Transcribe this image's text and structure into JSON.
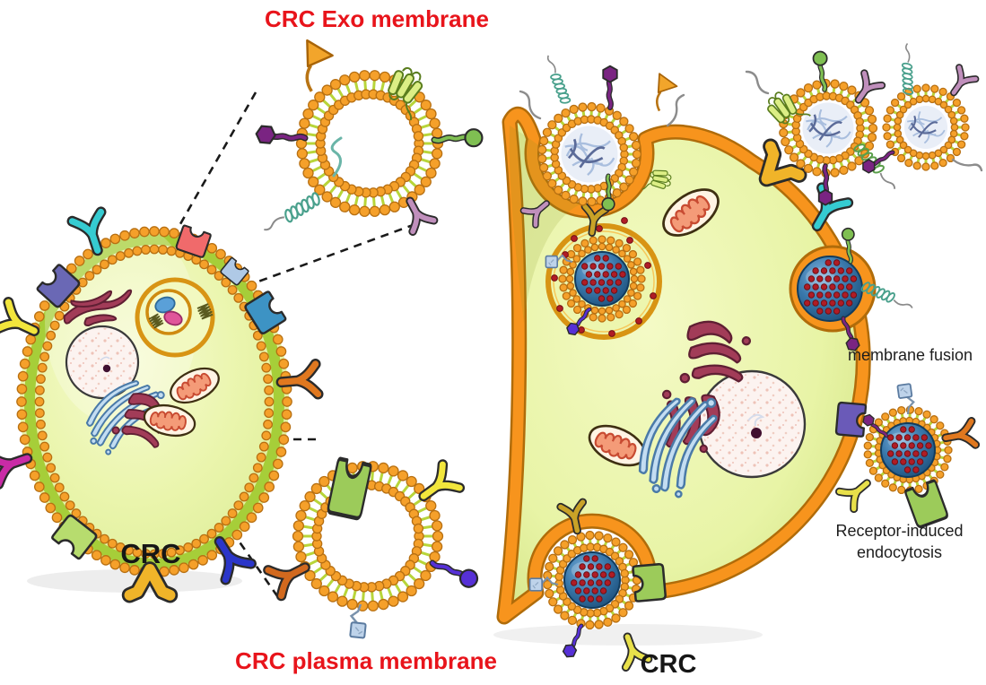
{
  "labels": {
    "exo_membrane_title": "CRC Exo membrane",
    "plasma_membrane_title": "CRC plasma membrane",
    "donor_cell": "CRC",
    "recipient_cell": "CRC",
    "membrane_fusion": "membrane fusion",
    "receptor_endocytosis": "Receptor-induced endocytosis"
  },
  "colors": {
    "background": "#FFFFFF",
    "title_red": "#E8141B",
    "label_black": "#161616",
    "membrane_orange": "#F7941D",
    "membrane_edge": "#B06C0A",
    "lipid_bead_orange": "#F5A02A",
    "lipid_tail_green": "#B8D53A",
    "cell_band_green": "#A6CE39",
    "cytoplasm_green": "#EAF5AC",
    "mvb_ring_gold": "#DA9617",
    "exosome_core_blue": "#2B6BA0",
    "cargo_dot_red": "#B01C25",
    "nucleus_pink": "#FCF3F0"
  }
}
